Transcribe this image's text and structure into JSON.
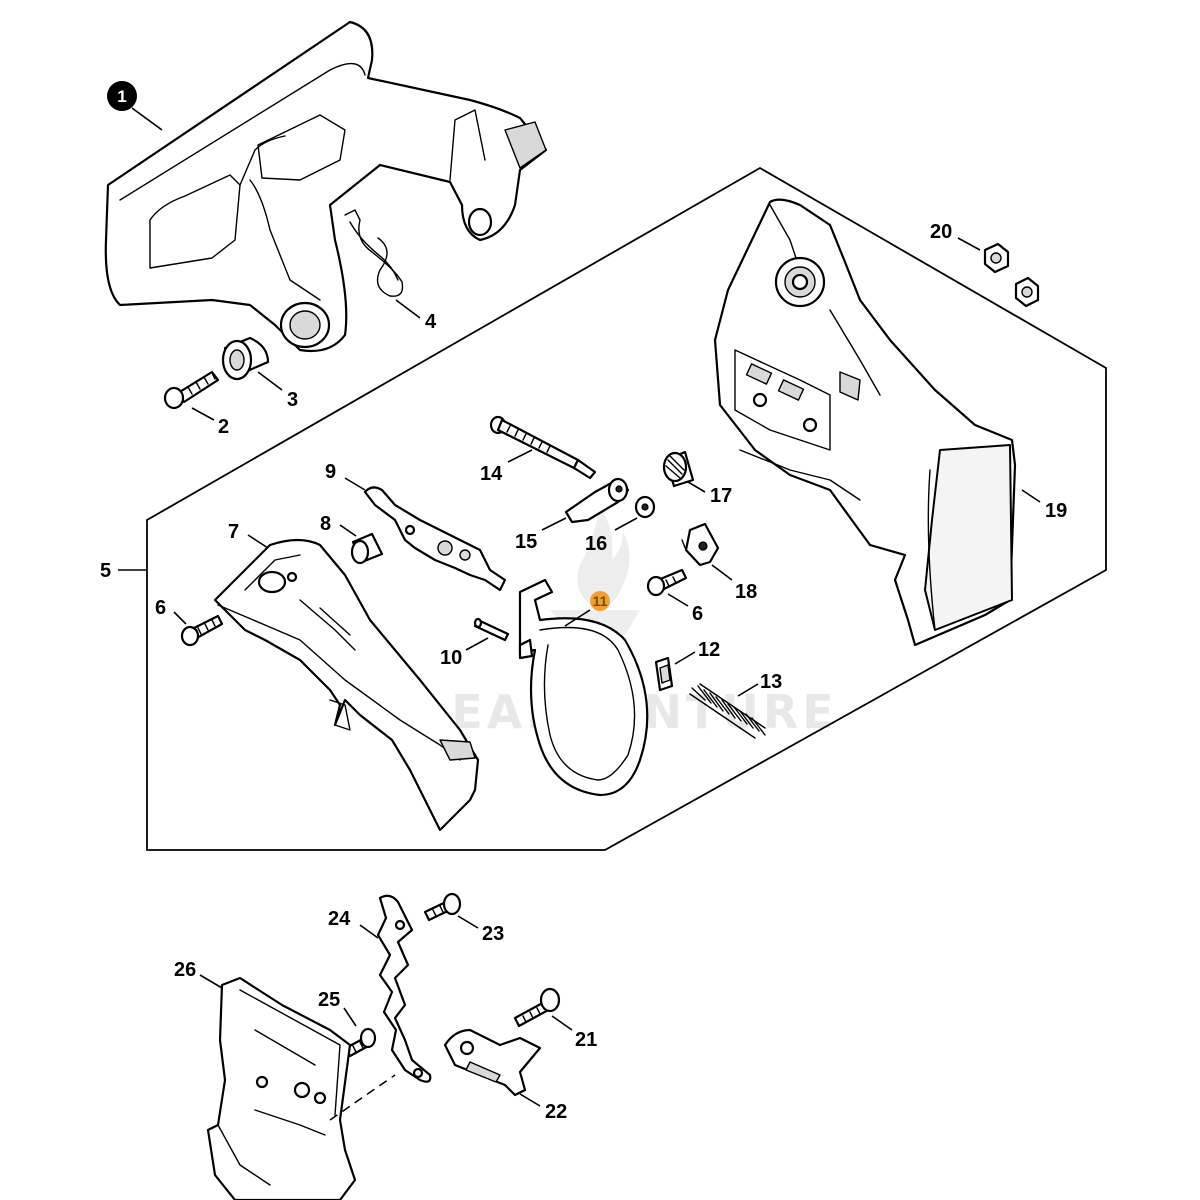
{
  "diagram": {
    "callouts": {
      "c1": "1",
      "c2": "2",
      "c3": "3",
      "c4": "4",
      "c5": "5",
      "c6a": "6",
      "c6b": "6",
      "c7": "7",
      "c8": "8",
      "c9": "9",
      "c10": "10",
      "c11": "11",
      "c12": "12",
      "c13": "13",
      "c14": "14",
      "c15": "15",
      "c16": "16",
      "c17": "17",
      "c18": "18",
      "c19": "19",
      "c20": "20",
      "c21": "21",
      "c22": "22",
      "c23": "23",
      "c24": "24",
      "c25": "25",
      "c26": "26"
    },
    "highlight_color": "#f0a030",
    "watermark": "LEADVENTURE"
  }
}
